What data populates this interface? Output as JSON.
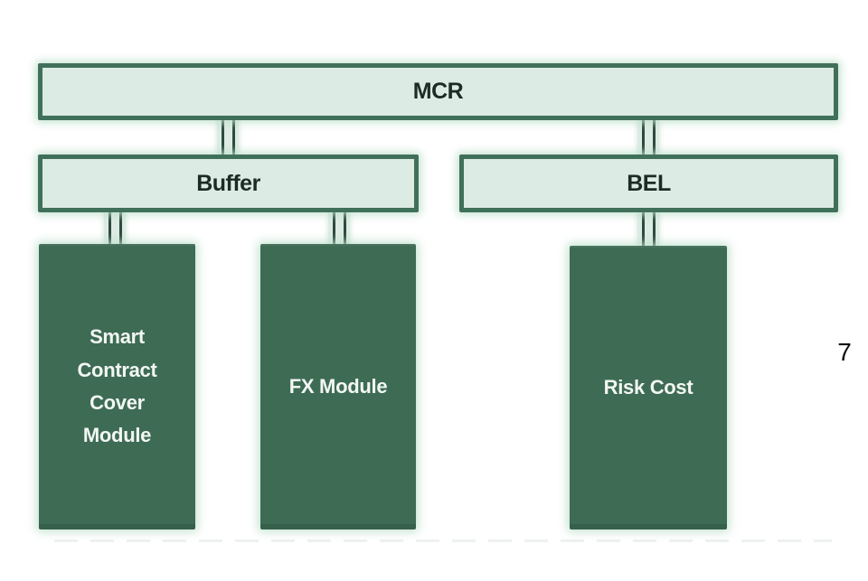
{
  "page": {
    "page_number": "7",
    "background": "#ffffff"
  },
  "colors": {
    "light_box_fill": "#dcebe3",
    "box_border_green": "#40705a",
    "dark_box_fill": "#3e6b54",
    "connector_line": "#2c4a3e",
    "dark_text": "#1c2b24",
    "light_text": "#f2f7f4",
    "page_number_text": "#111111"
  },
  "diagram": {
    "type": "hierarchy",
    "nodes": [
      {
        "id": "mcr",
        "label": "MCR",
        "level": 1,
        "style": "light",
        "parent": null
      },
      {
        "id": "buffer",
        "label": "Buffer",
        "level": 2,
        "style": "light",
        "parent": "MCR"
      },
      {
        "id": "bel",
        "label": "BEL",
        "level": 2,
        "style": "light",
        "parent": "MCR"
      },
      {
        "id": "sccm",
        "label": "Smart Contract Cover Module",
        "level": 3,
        "style": "dark",
        "parent": "Buffer"
      },
      {
        "id": "fx",
        "label": "FX Module",
        "level": 3,
        "style": "dark",
        "parent": "Buffer"
      },
      {
        "id": "risk",
        "label": "Risk Cost",
        "level": 3,
        "style": "dark",
        "parent": "BEL"
      }
    ],
    "edges": [
      {
        "from": "MCR",
        "to": "Buffer",
        "style": "double-line"
      },
      {
        "from": "MCR",
        "to": "BEL",
        "style": "double-line"
      },
      {
        "from": "Buffer",
        "to": "Smart Contract Cover Module",
        "style": "double-line"
      },
      {
        "from": "Buffer",
        "to": "FX Module",
        "style": "double-line"
      },
      {
        "from": "BEL",
        "to": "Risk Cost",
        "style": "double-line"
      }
    ]
  }
}
